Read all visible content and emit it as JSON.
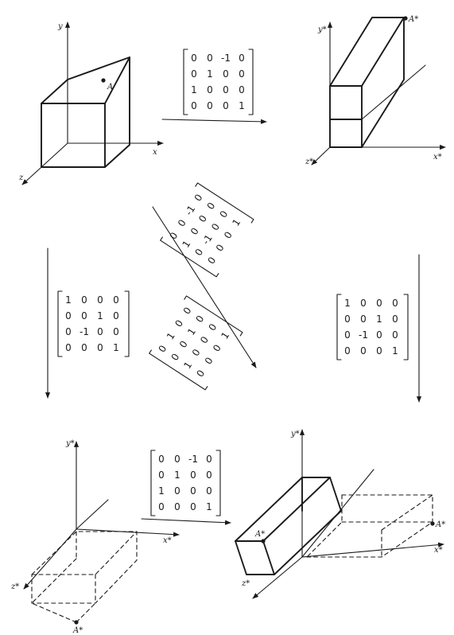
{
  "labels": {
    "panel1": {
      "y": "y",
      "x": "x",
      "z": "z",
      "point": "A"
    },
    "panel2": {
      "y": "y*",
      "x": "x*",
      "z": "z*",
      "point": "A*"
    },
    "panel3": {
      "y": "y*",
      "x": "x*",
      "z": "z*",
      "point": "A*"
    },
    "panel4": {
      "y": "y*",
      "x": "x*",
      "z": "z*",
      "point_left": "A*",
      "point_right": "A*"
    }
  },
  "matrices": {
    "rotate_y": [
      [
        "0",
        "0",
        "-1",
        "0"
      ],
      [
        "0",
        "1",
        "0",
        "0"
      ],
      [
        "1",
        "0",
        "0",
        "0"
      ],
      [
        "0",
        "0",
        "0",
        "1"
      ]
    ],
    "rotate_x": [
      [
        "1",
        "0",
        "0",
        "0"
      ],
      [
        "0",
        "0",
        "1",
        "0"
      ],
      [
        "0",
        "-1",
        "0",
        "0"
      ],
      [
        "0",
        "0",
        "0",
        "1"
      ]
    ],
    "rotate_x_right": [
      [
        "1",
        "0",
        "0",
        "0"
      ],
      [
        "0",
        "0",
        "1",
        "0"
      ],
      [
        "0",
        "-1",
        "0",
        "0"
      ],
      [
        "0",
        "0",
        "0",
        "1"
      ]
    ],
    "diag_top": [
      [
        "0",
        "0",
        "-1",
        "0"
      ],
      [
        "1",
        "0",
        "0",
        "0"
      ],
      [
        "0",
        "-1",
        "0",
        "0"
      ],
      [
        "0",
        "0",
        "0",
        "1"
      ]
    ],
    "diag_bottom": [
      [
        "0",
        "1",
        "0",
        "0"
      ],
      [
        "0",
        "0",
        "1",
        "0"
      ],
      [
        "1",
        "0",
        "0",
        "0"
      ],
      [
        "0",
        "0",
        "0",
        "1"
      ]
    ],
    "bottom_mid": [
      [
        "0",
        "0",
        "-1",
        "0"
      ],
      [
        "0",
        "1",
        "0",
        "0"
      ],
      [
        "1",
        "0",
        "0",
        "0"
      ],
      [
        "0",
        "0",
        "0",
        "1"
      ]
    ]
  }
}
